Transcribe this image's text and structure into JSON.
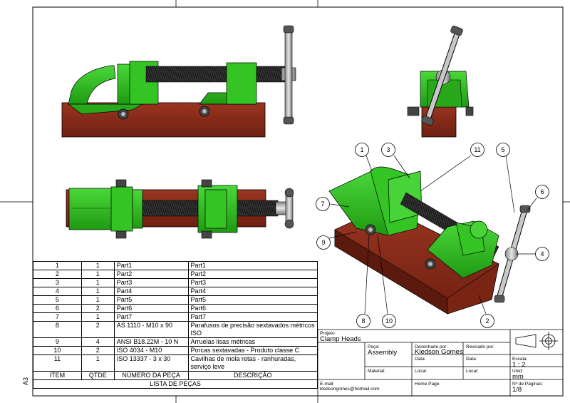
{
  "sheet_size": "A3",
  "bom": {
    "title": "LISTA DE PEÇAS",
    "headers": [
      "ITEM",
      "QTDE",
      "NÚMERO DA PEÇA",
      "DESCRIÇÃO"
    ],
    "rows": [
      {
        "item": "1",
        "qty": "1",
        "part": "Part1",
        "desc": "Part1"
      },
      {
        "item": "2",
        "qty": "1",
        "part": "Part2",
        "desc": "Part2"
      },
      {
        "item": "3",
        "qty": "1",
        "part": "Part3",
        "desc": "Part3"
      },
      {
        "item": "4",
        "qty": "1",
        "part": "Part4",
        "desc": "Part4"
      },
      {
        "item": "5",
        "qty": "1",
        "part": "Part5",
        "desc": "Part5"
      },
      {
        "item": "6",
        "qty": "2",
        "part": "Part6",
        "desc": "Part6"
      },
      {
        "item": "7",
        "qty": "1",
        "part": "Part7",
        "desc": "Part7"
      },
      {
        "item": "8",
        "qty": "2",
        "part": "AS 1110 - M10 x 90",
        "desc": "Parafusos de precisão sextavados métricos ISO"
      },
      {
        "item": "9",
        "qty": "4",
        "part": "ANSI B18.22M - 10 N",
        "desc": "Arruelas lisas métricas"
      },
      {
        "item": "10",
        "qty": "2",
        "part": "ISO 4034 - M10",
        "desc": "Porcas sextavadas - Produto classe C"
      },
      {
        "item": "11",
        "qty": "1",
        "part": "ISO 13337 - 3 x 30",
        "desc": "Cavilhas de mola retas - ranhuradas, serviço leve"
      }
    ]
  },
  "title_block": {
    "project_label": "Projeto:",
    "project": "Clamp Heads",
    "piece_label": "Peça:",
    "piece": "Assembly",
    "drawn_label": "Desenhado por:",
    "drawn_by": "Kledson Gomes",
    "revised_label": "Revisado por:",
    "date_label": "Data:",
    "material_label": "Material:",
    "local_label": "Local:",
    "email_label": "E-mail:",
    "email": "kledsongomes@hotmail.com",
    "homepage_label": "Home Page:",
    "scale_label": "Escala:",
    "scale": "1 : 2",
    "unit_label": "Unid:",
    "unit": "mm",
    "pages_label": "Nº de Páginas:",
    "pages": "1/8"
  },
  "balloons": [
    "1",
    "3",
    "11",
    "5",
    "6",
    "7",
    "9",
    "4",
    "8",
    "10",
    "2"
  ],
  "colors": {
    "part_green": "#2fc01e",
    "block_wood": "#8a2c1a",
    "steel": "#b8b8b8",
    "thread": "#2a2a2a"
  }
}
